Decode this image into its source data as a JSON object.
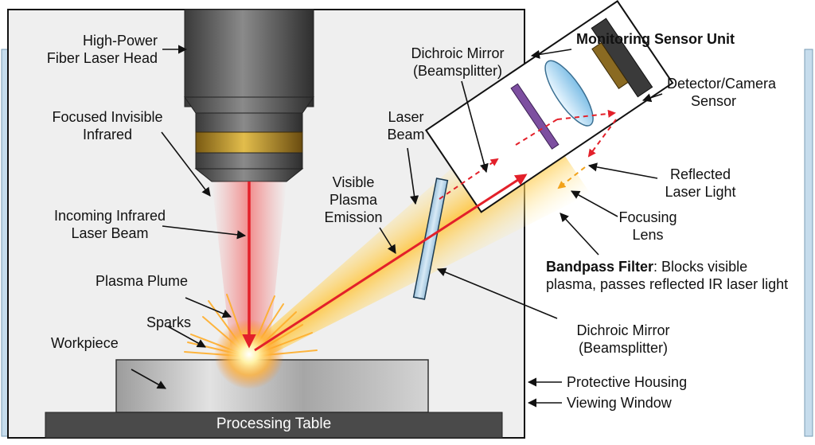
{
  "labels": {
    "laser_head_line1": "High-Power",
    "laser_head_line2": "Fiber Laser Head",
    "focused_line1": "Focused Invisible",
    "focused_line2": "Infrared",
    "incoming_line1": "Incoming Infrared",
    "incoming_line2": "Laser Beam",
    "plasma_plume": "Plasma Plume",
    "sparks": "Sparks",
    "workpiece": "Workpiece",
    "processing_table": "Processing Table",
    "visible_plasma_line1": "Visible",
    "visible_plasma_line2": "Plasma",
    "visible_plasma_line3": "Emission",
    "laser_beam_line1": "Laser",
    "laser_beam_line2": "Beam",
    "dichroic_top_line1": "Dichroic Mirror",
    "dichroic_top_line2": "(Beamsplitter)",
    "monitoring_unit": "Monitoring Sensor Unit",
    "detector_line1": "Detector/Camera",
    "detector_line2": "Sensor",
    "reflected_line1": "Reflected",
    "reflected_line2": "Laser Light",
    "focusing_line1": "Focusing",
    "focusing_line2": "Lens",
    "bandpass_bold": "Bandpass Filter",
    "bandpass_rest": ": Blocks visible",
    "bandpass_line2": "plasma, passes reflected IR laser light",
    "dichroic_bottom_line1": "Dichroic Mirror",
    "dichroic_bottom_line2": "(Beamsplitter)",
    "protective_housing": "Protective Housing",
    "viewing_window": "Viewing Window"
  },
  "colors": {
    "housing_fill": "#efefef",
    "laser_red": "#e3202a",
    "plasma_yellow": "#ffd24a",
    "window_blue": "#c6dcec",
    "filter_purple": "#7d4fa0",
    "lens_blue": "#bfe3f7",
    "table_gray": "#4a4a4a"
  }
}
